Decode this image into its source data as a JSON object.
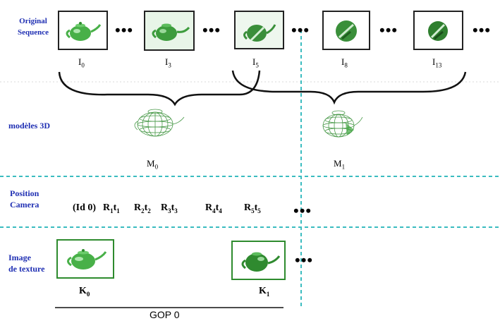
{
  "rows": {
    "original_sequence": "Original\nSequence",
    "models_3d": "modèles 3D",
    "position_camera": "Position\nCamera",
    "texture_image": "Image\nde texture"
  },
  "frames": [
    {
      "label": "I",
      "sub": "0"
    },
    {
      "label": "I",
      "sub": "3"
    },
    {
      "label": "I",
      "sub": "5"
    },
    {
      "label": "I",
      "sub": "8"
    },
    {
      "label": "I",
      "sub": "13"
    }
  ],
  "ellipsis": "•••",
  "models": [
    {
      "label": "M",
      "sub": "0"
    },
    {
      "label": "M",
      "sub": "1"
    }
  ],
  "camera": {
    "id": "(Id 0)",
    "poses": [
      {
        "r": "R",
        "rs": "1",
        "t": "t",
        "ts": "1"
      },
      {
        "r": "R",
        "rs": "2",
        "t": "t",
        "ts": "2"
      },
      {
        "r": "R",
        "rs": "3",
        "t": "t",
        "ts": "3"
      },
      {
        "r": "R",
        "rs": "4",
        "t": "t",
        "ts": "4"
      },
      {
        "r": "R",
        "rs": "5",
        "t": "t",
        "ts": "5"
      }
    ]
  },
  "keyframes": [
    {
      "label": "K",
      "sub": "0"
    },
    {
      "label": "K",
      "sub": "1"
    }
  ],
  "gop": "GOP 0",
  "colors": {
    "label_blue": "#1f2fb3",
    "texture_border": "#2e8b2e",
    "cyan_dash": "#3bbcc0",
    "teapot_green": "#3aa33a"
  }
}
